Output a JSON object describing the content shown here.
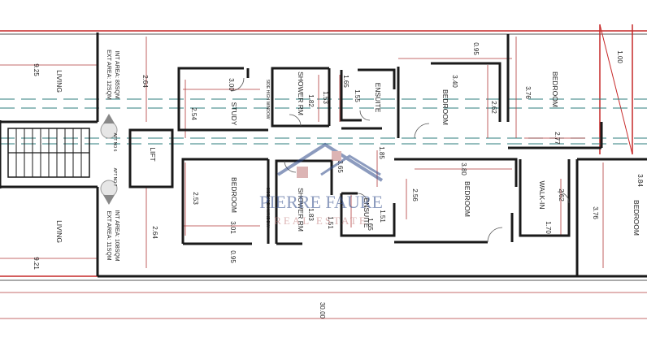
{
  "rooms": {
    "living_top": "LIVING",
    "living_bottom": "LIVING",
    "study": "STUDY",
    "lift": "LIFT",
    "bedroom_mid_left": "BEDROOM",
    "shower_top": "SHOWER RM",
    "shower_bottom": "SHOWER RM",
    "ensuite_top": "ENSUITE",
    "ensuite_bottom": "ENSUITE",
    "bedroom_top_center": "BEDROOM",
    "bedroom_top_right": "BEDROOM",
    "bedroom_bottom_center": "BEDROOM",
    "walk_in": "WALK-IN",
    "bedroom_bottom_right": "BEDROOM"
  },
  "areas": {
    "apt6_int": "INT AREA: 85SQM",
    "apt6_ext": "EXT AREA: 12SQM",
    "apt6_label": "APT NO 6",
    "apt7_int": "INT AREA: 108SQM",
    "apt7_ext": "EXT AREA: 11SQM",
    "apt7_label": "APT NO 7",
    "window_top": "SIDE HIGH WINDOW",
    "window_bottom": "SIDE HIGH WINDOW"
  },
  "dimensions": {
    "d_925": "9.25",
    "d_921": "9.21",
    "d_264a": "2.64",
    "d_264b": "2.64",
    "d_300": "3.00",
    "d_254": "2.54",
    "d_182": "1.82",
    "d_153": "1.53",
    "d_165a": "1.65",
    "d_155": "1.55",
    "d_095a": "0.95",
    "d_340": "3.40",
    "d_262a": "2.62",
    "d_376a": "3.76",
    "d_277": "2.77",
    "d_100": "1.00",
    "d_185": "1.85",
    "d_365": "3.65",
    "d_380": "3.80",
    "d_256": "2.56",
    "d_253": "2.53",
    "d_301": "3.01",
    "d_183": "1.83",
    "d_151a": "1.51",
    "d_151b": "1.51",
    "d_165b": "1.65",
    "d_262b": "2.62",
    "d_170": "1.70",
    "d_376b": "3.76",
    "d_384": "3.84",
    "d_095b": "0.95",
    "d_3000": "30.00"
  },
  "watermark": {
    "name": "PIERRE FAURE",
    "sub": "REAL ESTATE"
  },
  "colors": {
    "wall": "#1a1a1a",
    "dim_line": "#b23a3a",
    "boundary": "#c62828",
    "axis": "#2e7d7d",
    "watermark": "#2f4a8a"
  }
}
